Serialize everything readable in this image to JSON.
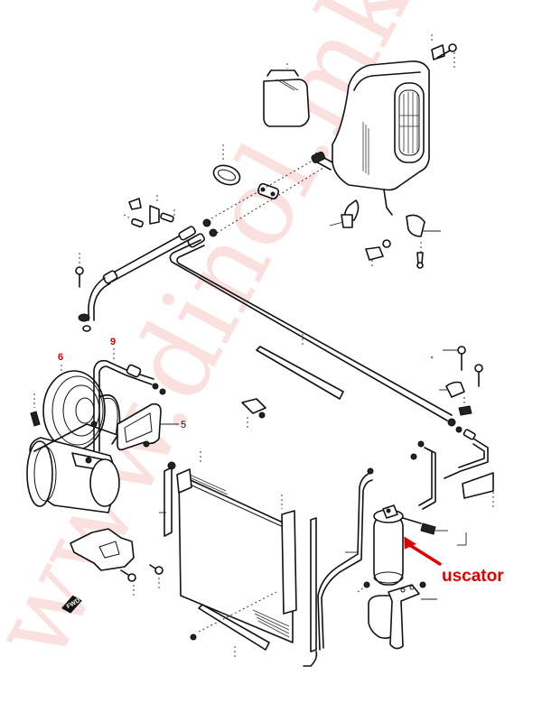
{
  "diagram": {
    "title": "Air conditioning system exploded parts view",
    "watermark": "www.dinol.mk.a",
    "callout": {
      "label": "uscator",
      "target": "receiver-drier",
      "color": "#e00000"
    },
    "part_labels": [
      {
        "id": "label-6",
        "text": "6",
        "color": "#d00000"
      },
      {
        "id": "label-9",
        "text": "9",
        "color": "#d00000"
      },
      {
        "id": "label-5",
        "text": "5",
        "color": "#111111"
      }
    ],
    "direction_marker": {
      "text": "FWD"
    },
    "components": [
      "evaporator-unit",
      "control-module",
      "compressor",
      "compressor-pulley",
      "condenser",
      "receiver-drier",
      "refrigerant-lines",
      "mounting-brackets",
      "bolts-and-clamps"
    ]
  }
}
